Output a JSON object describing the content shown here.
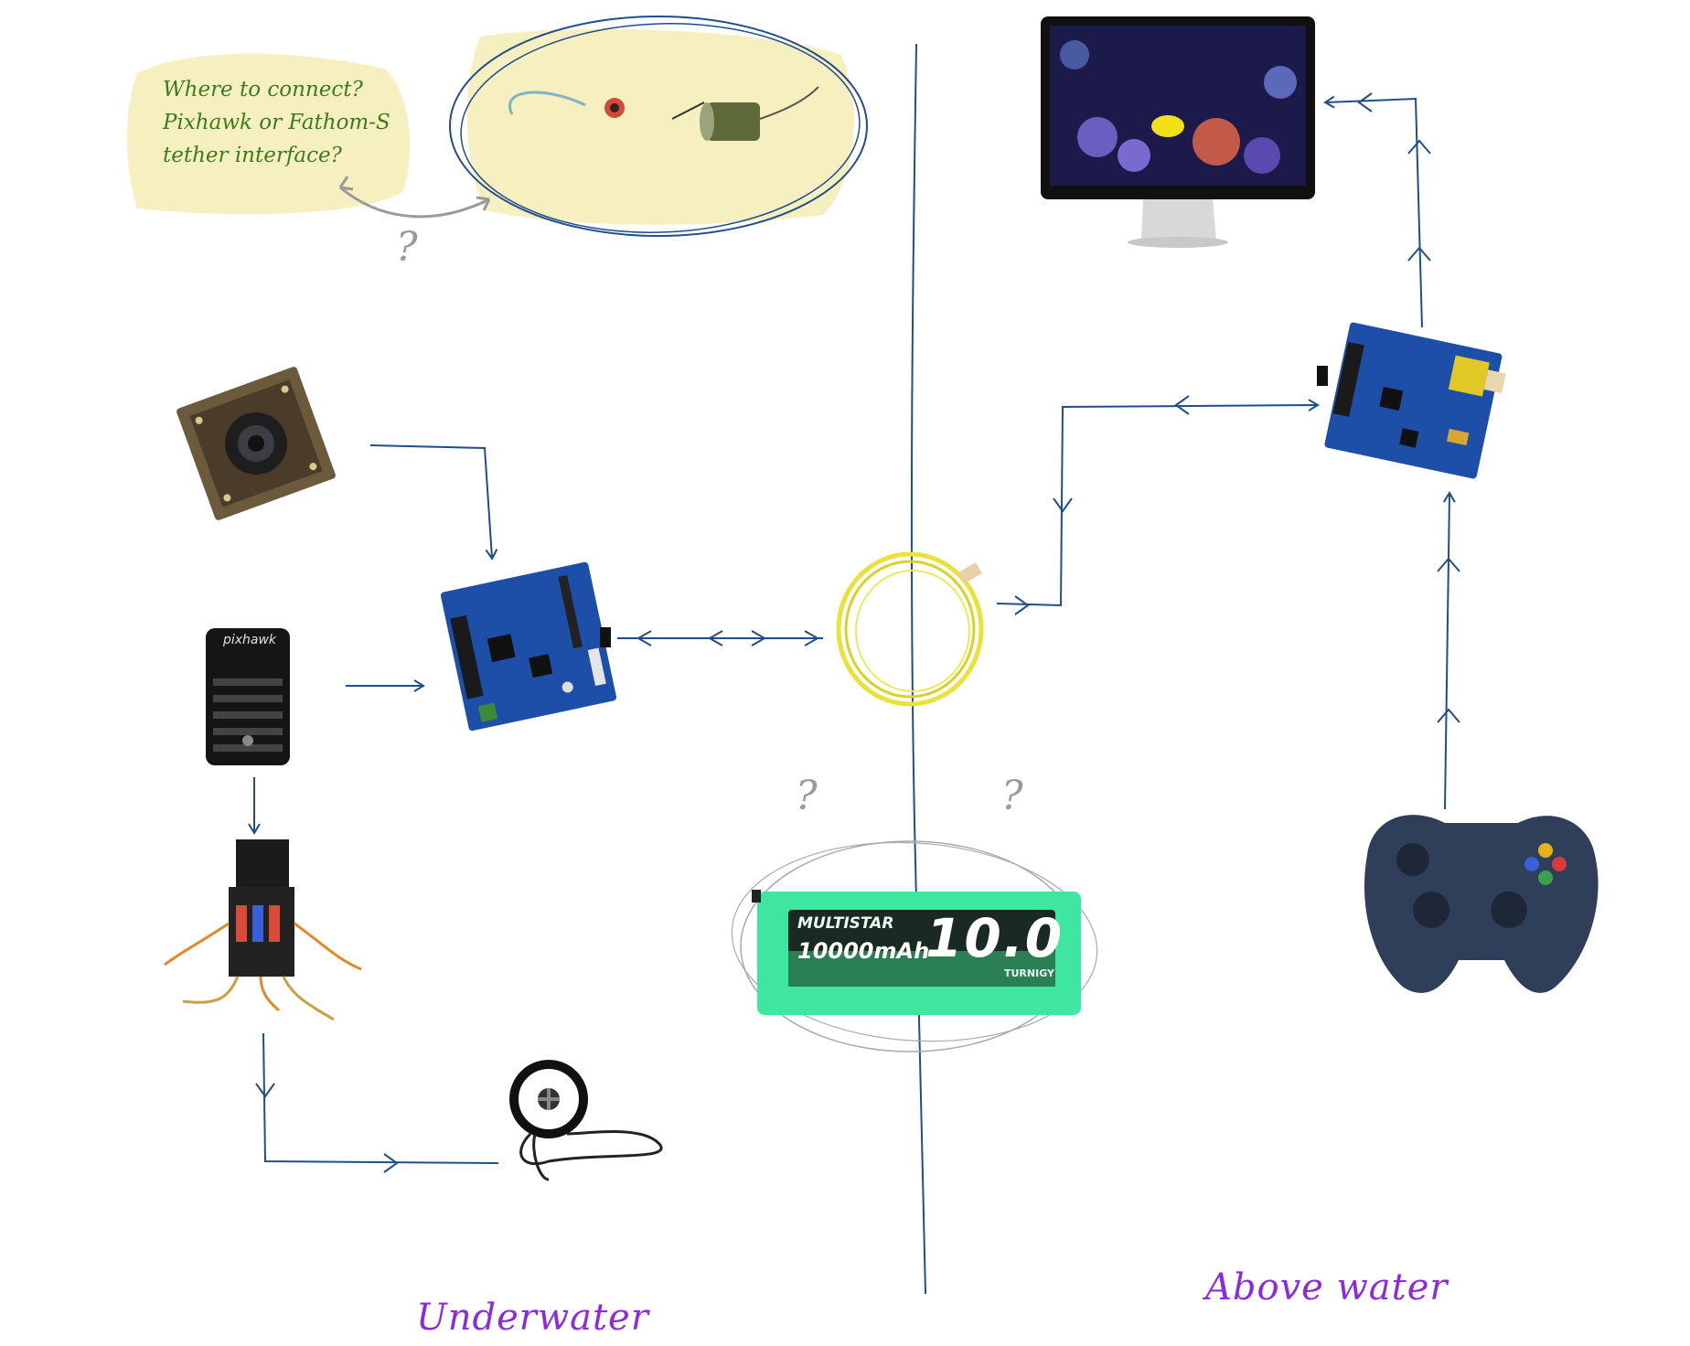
{
  "note": {
    "lines": [
      "Where to connect?",
      "Pixhawk or Fathom-S",
      "tether interface?"
    ]
  },
  "zones": {
    "underwater": "Underwater",
    "above_water": "Above water"
  },
  "question_marks": [
    "?",
    "?",
    "?"
  ],
  "devices": {
    "pixhawk_label": "pixhawk",
    "battery": {
      "brand": "MULTISTAR",
      "capacity": "10000mAh",
      "big_number": "10.0",
      "maker": "TURNIGY"
    }
  },
  "colors": {
    "arrow": "#1f4e8c",
    "divider": "#1f4e8c",
    "note_bg": "#f6efc0",
    "note_text": "#3e7a1f",
    "zone_label": "#8a2be2",
    "board": "#1d4fa8",
    "tether": "#e8e23a",
    "battery": "#3ee6a0",
    "gamepad": "#2f3f5a"
  }
}
